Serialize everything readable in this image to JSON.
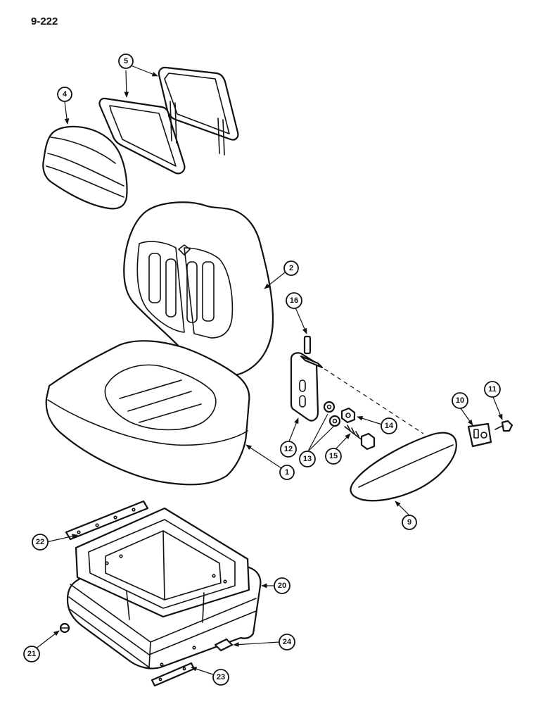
{
  "page_number": "9-222",
  "callouts": [
    "1",
    "2",
    "4",
    "5",
    "9",
    "10",
    "11",
    "12",
    "13",
    "14",
    "15",
    "16",
    "20",
    "21",
    "22",
    "23",
    "24"
  ]
}
